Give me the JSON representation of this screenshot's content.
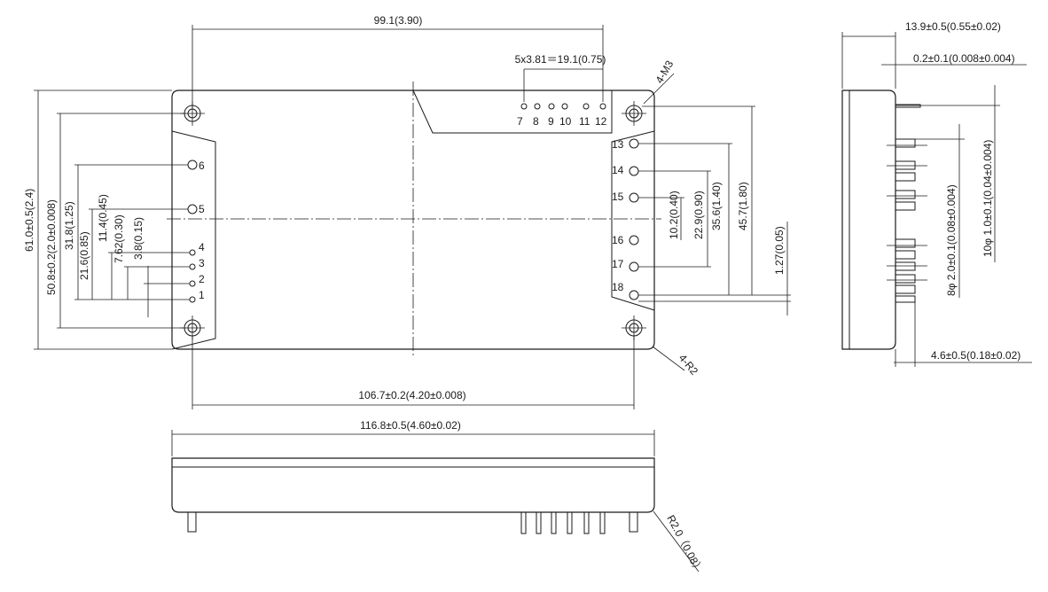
{
  "front_view": {
    "dim_top_width": "99.1(3.90)",
    "dim_pin_pitch": "5x3.81＝19.1(0.75)",
    "dim_mount_spacing": "106.7±0.2(4.20±0.008)",
    "dim_overall_height": "61.0±0.5(2.4)",
    "dim_mount_height": "50.8±0.2(2.0±0.008)",
    "dim_left_31_8": "31.8(1.25)",
    "dim_left_21_6": "21.6(0.85)",
    "dim_left_11_4": "11.4(0.45)",
    "dim_left_7_62": "7.62(0.30)",
    "dim_left_3_8": "3.8(0.15)",
    "dim_right_10_2": "10.2(0.40)",
    "dim_right_22_9": "22.9(0.90)",
    "dim_right_35_6": "35.6(1.40)",
    "dim_right_45_7": "45.7(1.80)",
    "dim_right_1_27": "1.27(0.05)",
    "callout_mount_holes": "4-M3",
    "callout_corner_radius": "4-R2",
    "pins_top": [
      "7",
      "8",
      "9",
      "10",
      "11",
      "12"
    ],
    "pins_right": [
      "13",
      "14",
      "15",
      "16",
      "17",
      "18"
    ],
    "pins_left": [
      "6",
      "5",
      "4",
      "3",
      "2",
      "1"
    ]
  },
  "bottom_view": {
    "dim_overall_length": "116.8±0.5(4.60±0.02)",
    "callout_pin_radius": "R2.0（0.08）"
  },
  "side_view": {
    "dim_thickness": "13.9±0.5(0.55±0.02)",
    "dim_standoff": "0.2±0.1(0.008±0.004)",
    "dim_large_pin": "10φ 1.0±0.1(0.04±0.004)",
    "dim_small_pin": "8φ 2.0±0.1(0.08±0.004)",
    "dim_pin_length": "4.6±0.5(0.18±0.02)"
  },
  "colors": {
    "line": "#1a1a1a",
    "background": "#ffffff"
  }
}
